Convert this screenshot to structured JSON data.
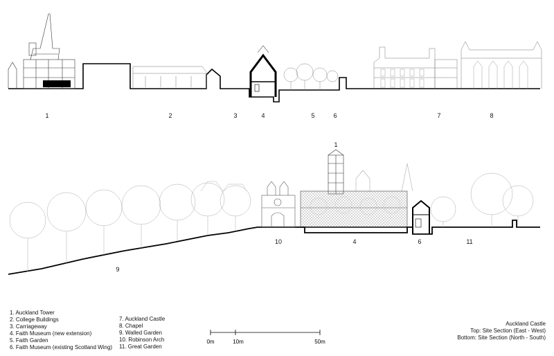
{
  "top_section_labels": [
    "1",
    "2",
    "3",
    "4",
    "5",
    "6",
    "7",
    "8"
  ],
  "bottom_section_labels": [
    "1",
    "10",
    "4",
    "6",
    "11",
    "9"
  ],
  "legend_col1": [
    "1. Auckland Tower",
    "2. College Buildings",
    "3. Carriageway",
    "4. Faith Museum (new extension)",
    "5. Faith Garden",
    "6. Faith Museum (existing Scotland Wing)"
  ],
  "legend_col2": [
    "7. Auckland Castle",
    "8. Chapel",
    "9. Walled Garden",
    "10. Robinson Arch",
    "11. Great Garden"
  ],
  "scale": {
    "labels": [
      "0m",
      "10m",
      "50m"
    ]
  },
  "title_block": {
    "name": "Auckland Castle",
    "top": "Top: Site Section (East - West)",
    "bottom": "Bottom: Site Section (North - South)"
  }
}
